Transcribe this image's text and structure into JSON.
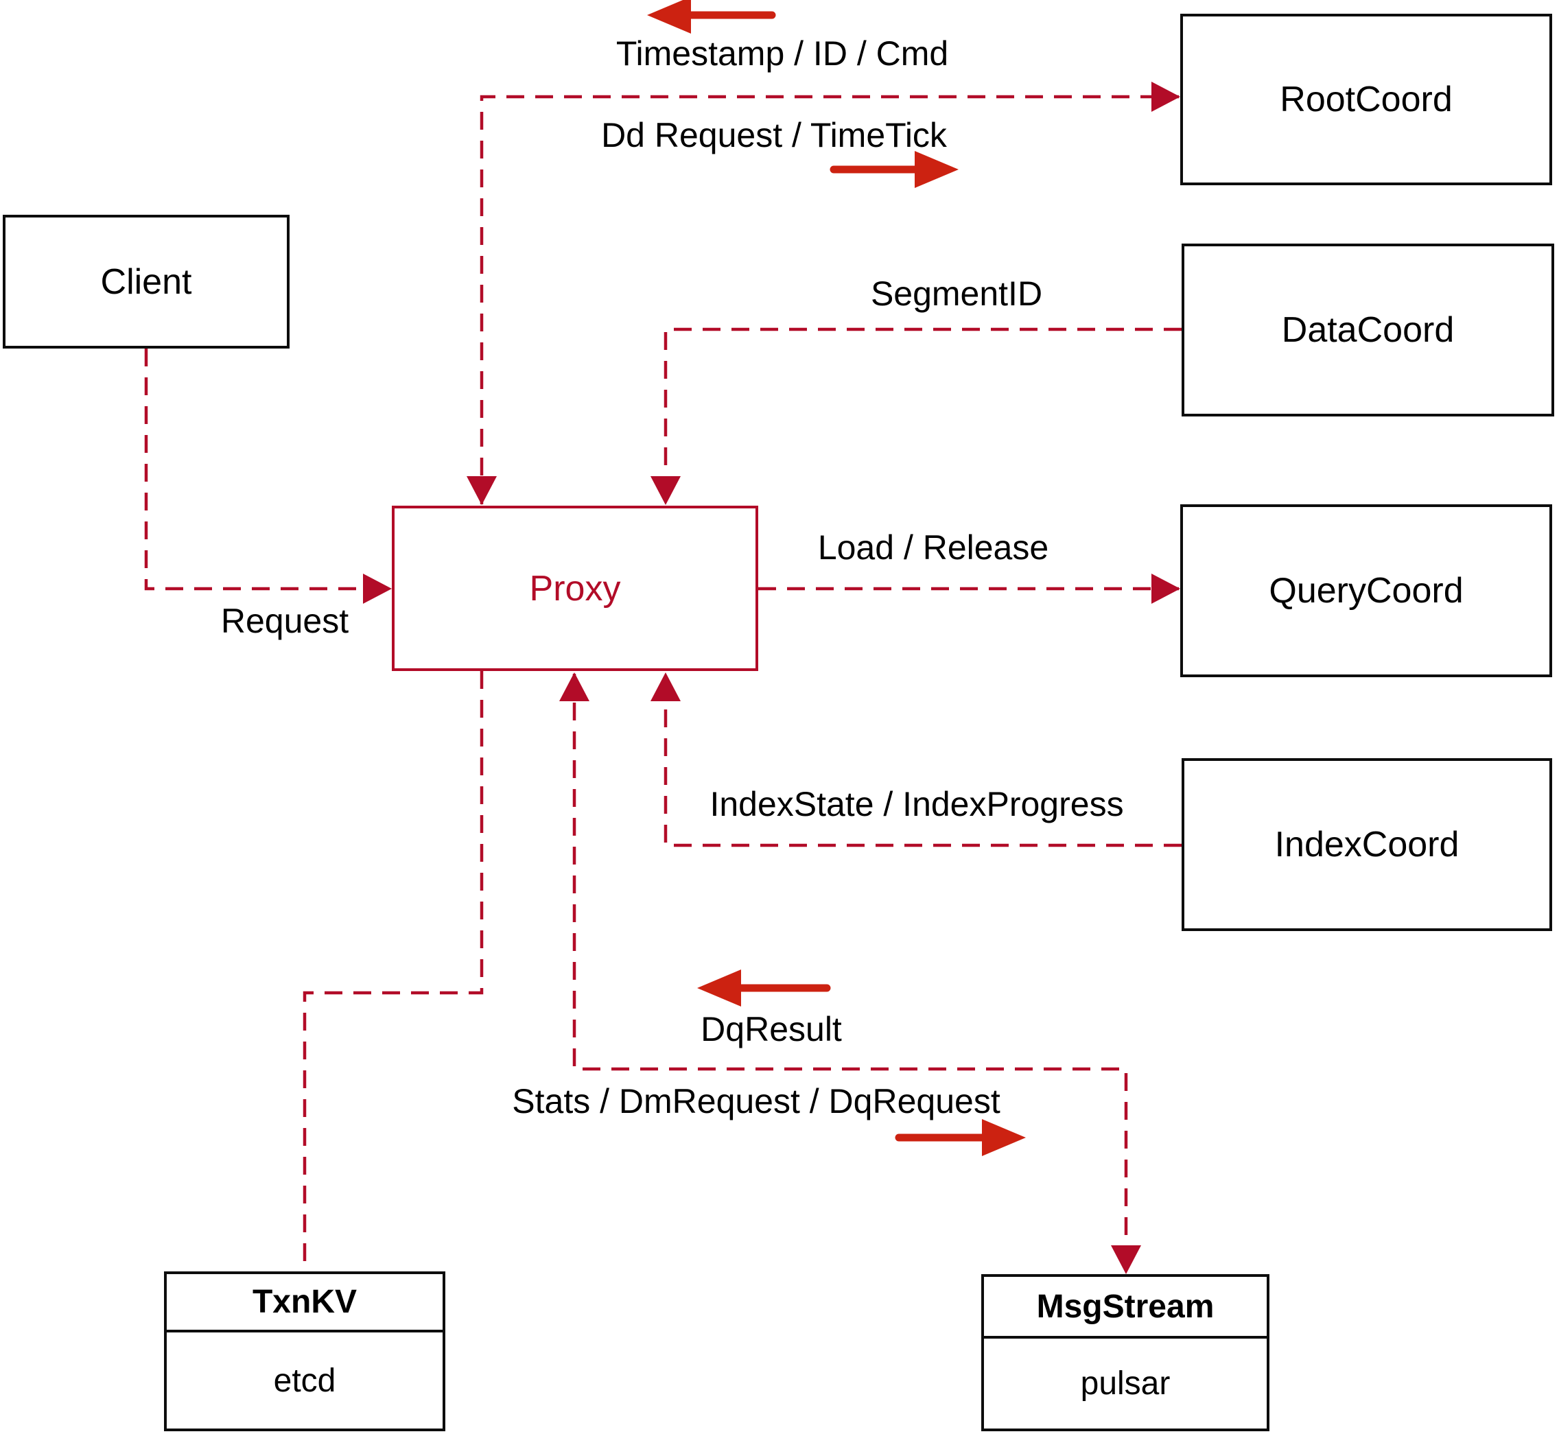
{
  "nodes": {
    "client": {
      "label": "Client"
    },
    "proxy": {
      "label": "Proxy"
    },
    "root_coord": {
      "label": "RootCoord"
    },
    "data_coord": {
      "label": "DataCoord"
    },
    "query_coord": {
      "label": "QueryCoord"
    },
    "index_coord": {
      "label": "IndexCoord"
    },
    "txn_kv": {
      "title": "TxnKV",
      "implementation": "etcd"
    },
    "msg_stream": {
      "title": "MsgStream",
      "implementation": "pulsar"
    }
  },
  "edges": {
    "root_coord_response": "Timestamp / ID / Cmd",
    "root_coord_request": "Dd Request / TimeTick",
    "data_coord_response": "SegmentID",
    "query_coord_request": "Load / Release",
    "client_request": "Request",
    "index_coord_response": "IndexState / IndexProgress",
    "msg_stream_response": "DqResult",
    "msg_stream_request": "Stats / DmRequest / DqRequest"
  },
  "colors": {
    "dashed_line": "#b20c28",
    "solid_arrow": "#cc2211",
    "node_border": "#0d0d0d",
    "label_text": "#000000",
    "proxy_accent": "#b20c28",
    "background": "#ffffff"
  }
}
